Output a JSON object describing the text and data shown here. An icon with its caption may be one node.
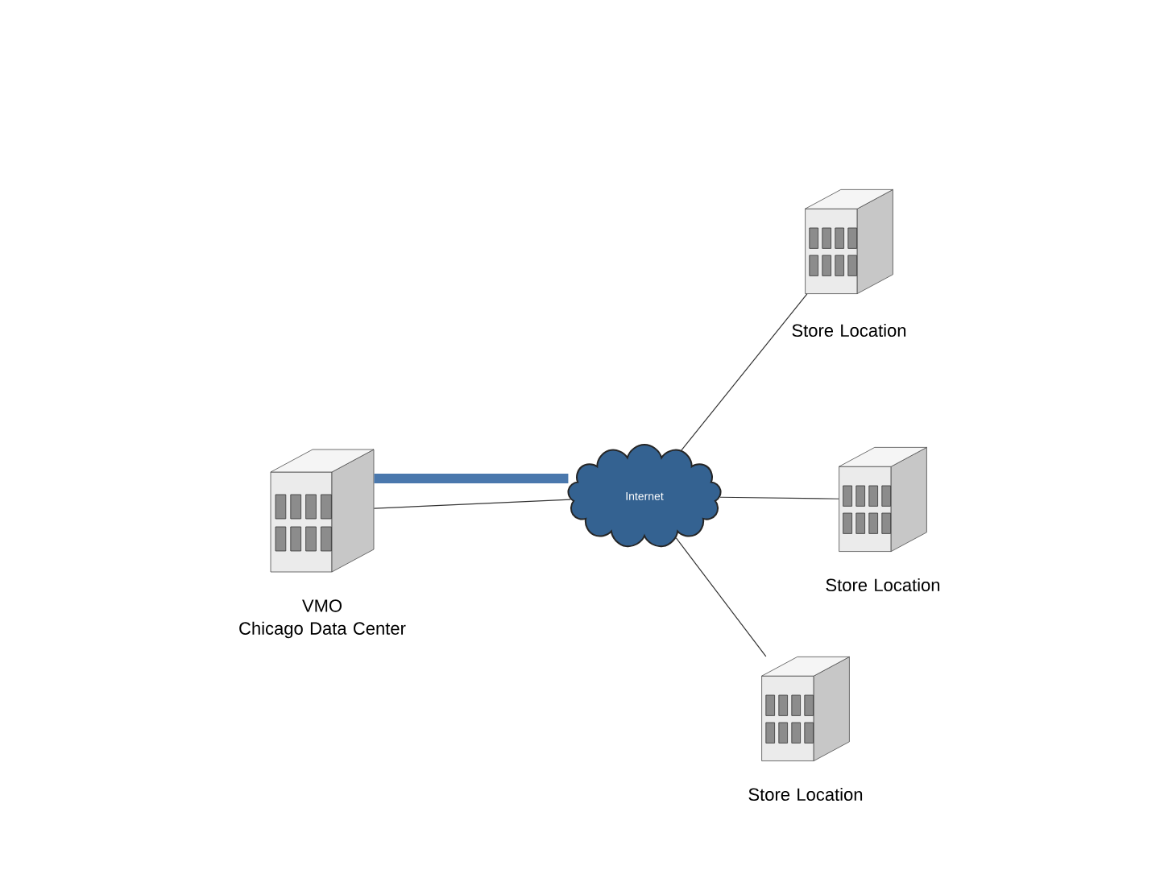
{
  "diagram": {
    "nodes": [
      {
        "text": [
          "VMO",
          "Chicago Data Center"
        ]
      },
      {
        "text": [
          "Internet"
        ]
      },
      {
        "text": [
          "Store Location"
        ]
      },
      {
        "text": [
          "Store Location"
        ]
      },
      {
        "text": [
          "Store Location"
        ]
      }
    ],
    "edges": [
      {
        "from": 0,
        "to": 1,
        "arrow": "none",
        "style": "thick",
        "color": "#4a78ad"
      },
      {
        "from": 0,
        "to": 1,
        "arrow": "none"
      },
      {
        "from": 1,
        "to": 2,
        "arrow": "none"
      },
      {
        "from": 1,
        "to": 3,
        "arrow": "none"
      },
      {
        "from": 1,
        "to": 4,
        "arrow": "none"
      }
    ]
  }
}
